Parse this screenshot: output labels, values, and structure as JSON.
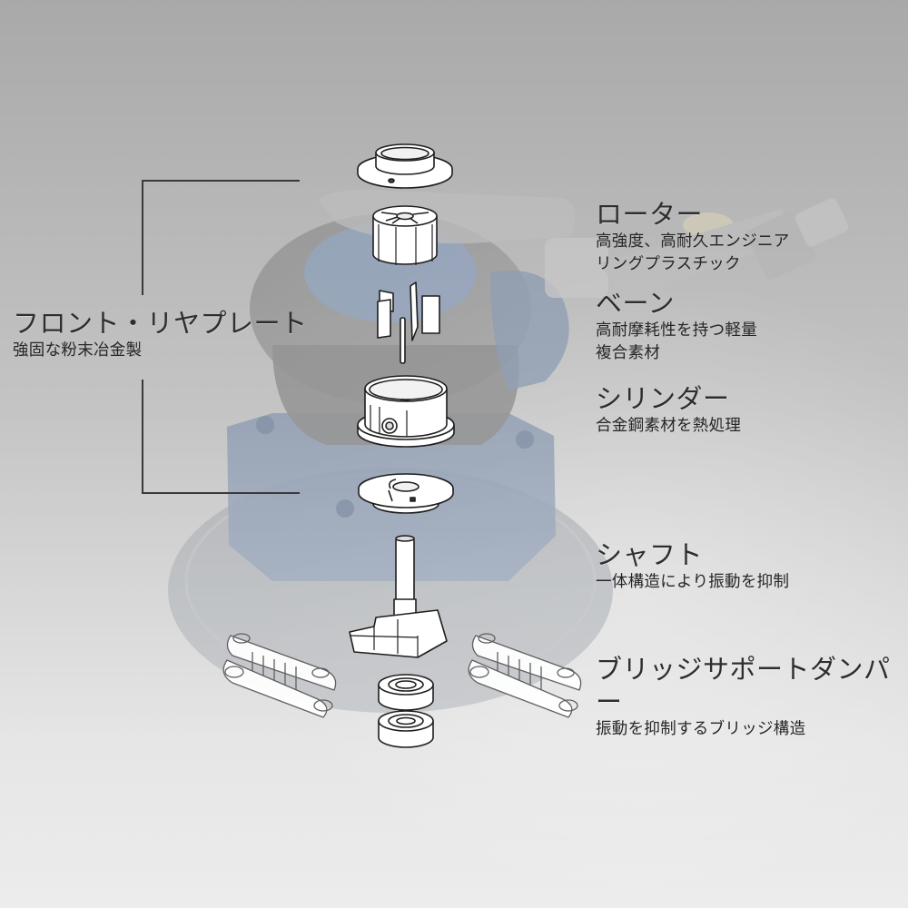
{
  "diagram": {
    "type": "exploded-view",
    "subject": "orbital sander motor assembly",
    "background_colors": {
      "top": "#a9a9a9",
      "bottom": "#ececec"
    },
    "line_color": "#3a3a3a",
    "accent_blue": "#8a9bb5"
  },
  "callouts": {
    "front_rear_plate": {
      "title": "フロント・リヤプレート",
      "lines": [
        "強固な粉末冶金製"
      ]
    },
    "rotor": {
      "title": "ローター",
      "lines": [
        "高強度、高耐久エンジニア",
        "リングプラスチック"
      ]
    },
    "vane": {
      "title": "ベーン",
      "lines": [
        "高耐摩耗性を持つ軽量",
        "複合素材"
      ]
    },
    "cylinder": {
      "title": "シリンダー",
      "lines": [
        "合金鋼素材を熱処理"
      ]
    },
    "shaft": {
      "title": "シャフト",
      "lines": [
        "一体構造により振動を抑制"
      ]
    },
    "bridge_damper": {
      "title": "ブリッジサポートダンパー",
      "lines": [
        "振動を抑制するブリッジ構造"
      ]
    }
  },
  "parts": [
    "front-plate-icon",
    "rotor-icon",
    "vanes-icon",
    "cylinder-icon",
    "rear-plate-icon",
    "shaft-icon",
    "bridge-damper-left-icon",
    "bridge-damper-right-icon",
    "bearing-upper-icon",
    "bearing-lower-icon"
  ]
}
